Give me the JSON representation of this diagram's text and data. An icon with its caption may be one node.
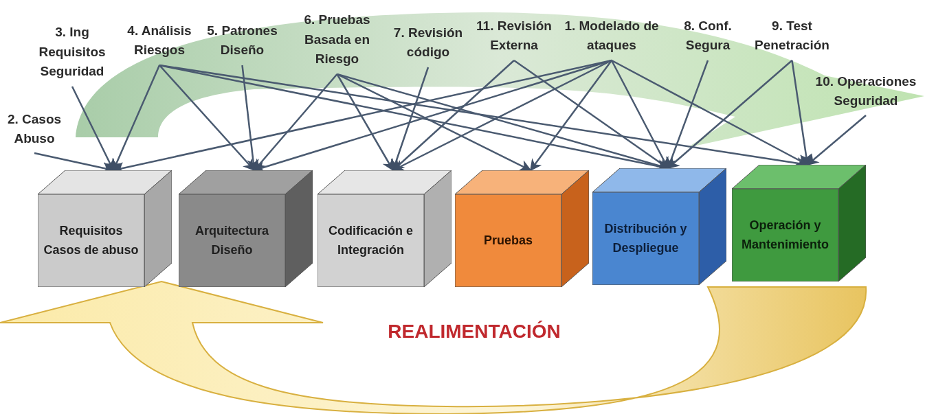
{
  "diagram": {
    "nodes": [
      {
        "text": [
          "3. Ing Requisitos Seguridad"
        ]
      },
      {
        "text": [
          "4. Análisis Riesgos"
        ]
      },
      {
        "text": [
          "5. Patrones Diseño"
        ]
      },
      {
        "text": [
          "6. Pruebas Basada en Riesgo"
        ]
      },
      {
        "text": [
          "7. Revisión código"
        ]
      },
      {
        "text": [
          "11. Revisión Externa"
        ]
      },
      {
        "text": [
          "1. Modelado de ataques"
        ]
      },
      {
        "text": [
          "8. Conf. Segura"
        ]
      },
      {
        "text": [
          "9. Test Penetración"
        ]
      },
      {
        "text": [
          "2. Casos Abuso"
        ]
      },
      {
        "text": [
          "10. Operaciones Seguridad"
        ]
      },
      {
        "text": [
          "Requisitos Casos de abuso"
        ]
      },
      {
        "text": [
          "Arquitectura Diseño"
        ]
      },
      {
        "text": [
          "Codificación e Integración"
        ]
      },
      {
        "text": [
          "Pruebas"
        ]
      },
      {
        "text": [
          "Distribución y Despliegue"
        ]
      },
      {
        "text": [
          "Operación y Mantenimiento"
        ]
      }
    ],
    "edges": [
      {
        "from": 0,
        "to": 11,
        "arrow": "to"
      },
      {
        "from": 9,
        "to": 11,
        "arrow": "to"
      },
      {
        "from": 1,
        "to": 11,
        "arrow": "to"
      },
      {
        "from": 1,
        "to": 12,
        "arrow": "to"
      },
      {
        "from": 1,
        "to": 15,
        "arrow": "to"
      },
      {
        "from": 1,
        "to": 16,
        "arrow": "to"
      },
      {
        "from": 2,
        "to": 12,
        "arrow": "to"
      },
      {
        "from": 3,
        "to": 12,
        "arrow": "to"
      },
      {
        "from": 3,
        "to": 13,
        "arrow": "to"
      },
      {
        "from": 3,
        "to": 14,
        "arrow": "to"
      },
      {
        "from": 3,
        "to": 15,
        "arrow": "to"
      },
      {
        "from": 4,
        "to": 13,
        "arrow": "to"
      },
      {
        "from": 5,
        "to": 13,
        "arrow": "to"
      },
      {
        "from": 5,
        "to": 15,
        "arrow": "to"
      },
      {
        "from": 6,
        "to": 11,
        "arrow": "to"
      },
      {
        "from": 6,
        "to": 12,
        "arrow": "to"
      },
      {
        "from": 6,
        "to": 13,
        "arrow": "to"
      },
      {
        "from": 6,
        "to": 14,
        "arrow": "to"
      },
      {
        "from": 6,
        "to": 15,
        "arrow": "to"
      },
      {
        "from": 6,
        "to": 16,
        "arrow": "to"
      },
      {
        "from": 7,
        "to": 15,
        "arrow": "to"
      },
      {
        "from": 8,
        "to": 15,
        "arrow": "to"
      },
      {
        "from": 8,
        "to": 16,
        "arrow": "to"
      },
      {
        "from": 10,
        "to": 16,
        "arrow": "to"
      }
    ],
    "labels": [
      "REALIMENTACIÓN"
    ]
  }
}
